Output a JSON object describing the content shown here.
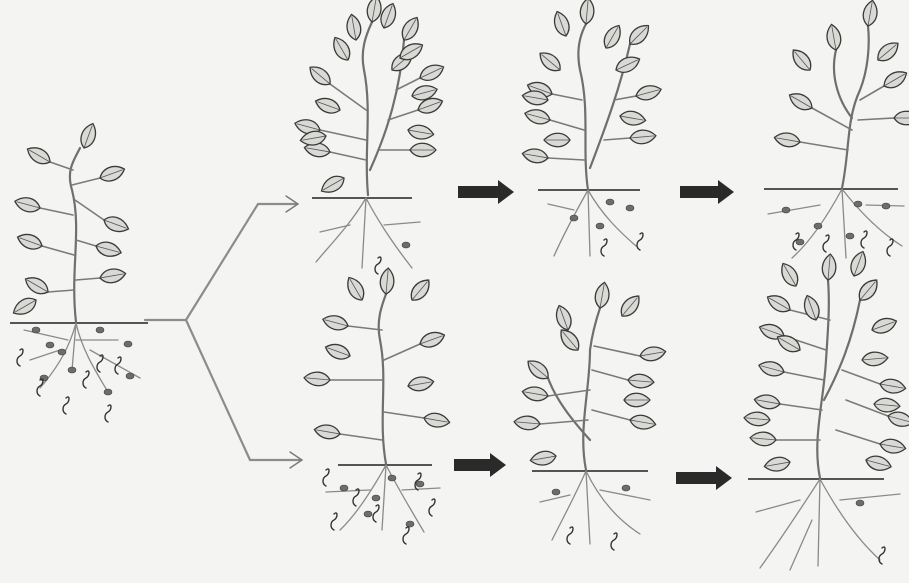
{
  "colors": {
    "paper": "#f4f4f2",
    "pencil_dark": "#2a2a2a",
    "pencil_mid": "#6f6f6f",
    "leaf_fill": "#d9d9d6"
  },
  "panels": [
    {
      "id": "origin-plant",
      "leaves": 10,
      "root_nodules": 9,
      "worms": 7
    },
    {
      "id": "upper-stage-1",
      "leaves": 18,
      "root_nodules": 1,
      "worms": 1
    },
    {
      "id": "upper-stage-2",
      "leaves": 14,
      "root_nodules": 4,
      "worms": 2
    },
    {
      "id": "upper-stage-3",
      "leaves": 8,
      "root_nodules": 6,
      "worms": 4
    },
    {
      "id": "lower-stage-1",
      "leaves": 10,
      "root_nodules": 6,
      "worms": 7
    },
    {
      "id": "lower-stage-2",
      "leaves": 12,
      "root_nodules": 2,
      "worms": 2
    },
    {
      "id": "lower-stage-3",
      "leaves": 20,
      "root_nodules": 1,
      "worms": 1
    }
  ],
  "connectors": {
    "split_arrows": [
      "upper-branch",
      "lower-branch"
    ],
    "progression_arrows": [
      "upper-arrow-1",
      "upper-arrow-2",
      "lower-arrow-1",
      "lower-arrow-2"
    ]
  }
}
